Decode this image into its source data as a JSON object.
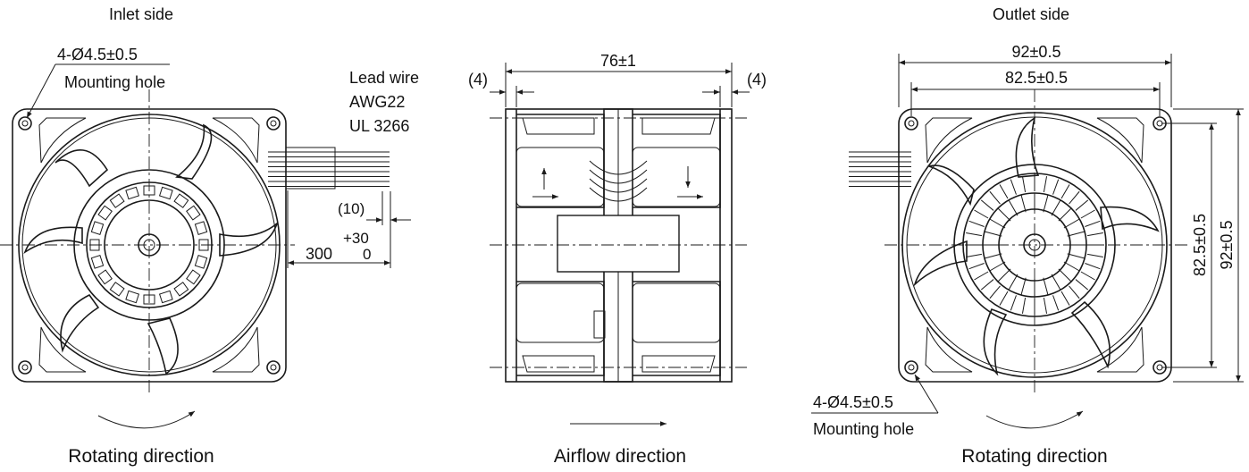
{
  "inlet": {
    "title": "Inlet side",
    "hole_callout": "4-Ø4.5±0.5",
    "hole_label": "Mounting hole",
    "rotation_label": "Rotating direction"
  },
  "lead_wire": {
    "line1": "Lead wire",
    "line2": "AWG22",
    "line3": "UL 3266",
    "strip_dim": "(10)",
    "length": "300",
    "tol_plus": "+30",
    "tol_minus": "0"
  },
  "side": {
    "depth": "76±1",
    "left_offset": "(4)",
    "right_offset": "(4)",
    "airflow_label": "Airflow direction"
  },
  "outlet": {
    "title": "Outlet side",
    "width_outer": "92±0.5",
    "width_pitch": "82.5±0.5",
    "height_pitch": "82.5±0.5",
    "height_outer": "92±0.5",
    "hole_callout": "4-Ø4.5±0.5",
    "hole_label": "Mounting hole",
    "rotation_label": "Rotating direction"
  }
}
